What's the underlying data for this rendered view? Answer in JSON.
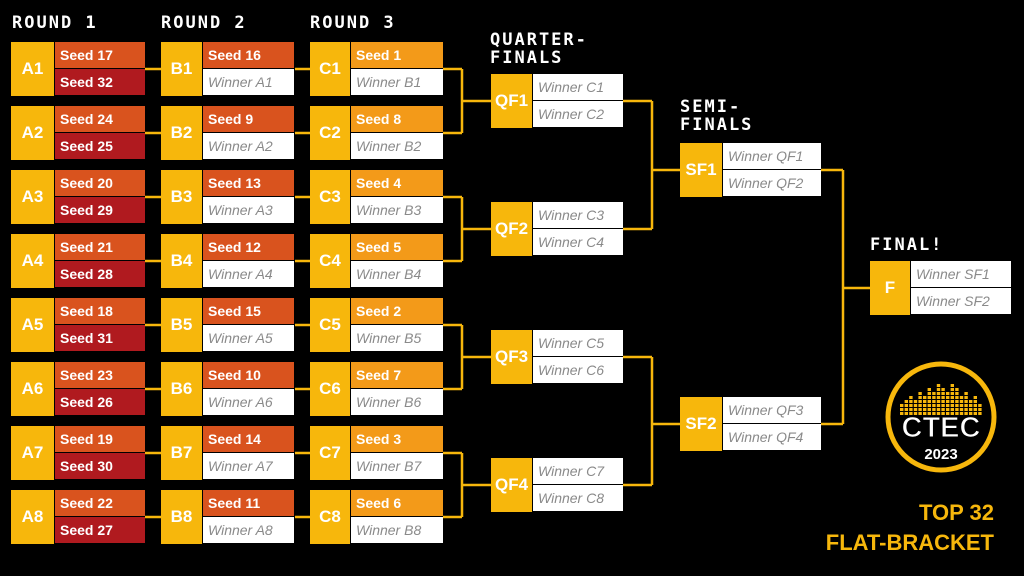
{
  "headers": {
    "round1": "ROUND 1",
    "round2": "ROUND 2",
    "round3": "ROUND 3",
    "quarterfinals": [
      "QUARTER-",
      "FINALS"
    ],
    "semifinals": [
      "SEMI-",
      "FINALS"
    ],
    "final": "FINAL!"
  },
  "round1": [
    {
      "label": "A1",
      "top": "Seed 17",
      "bottom": "Seed 32"
    },
    {
      "label": "A2",
      "top": "Seed 24",
      "bottom": "Seed 25"
    },
    {
      "label": "A3",
      "top": "Seed 20",
      "bottom": "Seed 29"
    },
    {
      "label": "A4",
      "top": "Seed 21",
      "bottom": "Seed 28"
    },
    {
      "label": "A5",
      "top": "Seed 18",
      "bottom": "Seed 31"
    },
    {
      "label": "A6",
      "top": "Seed 23",
      "bottom": "Seed 26"
    },
    {
      "label": "A7",
      "top": "Seed 19",
      "bottom": "Seed 30"
    },
    {
      "label": "A8",
      "top": "Seed 22",
      "bottom": "Seed 27"
    }
  ],
  "round2": [
    {
      "label": "B1",
      "top": "Seed 16",
      "bottom": "Winner A1"
    },
    {
      "label": "B2",
      "top": "Seed 9",
      "bottom": "Winner A2"
    },
    {
      "label": "B3",
      "top": "Seed 13",
      "bottom": "Winner A3"
    },
    {
      "label": "B4",
      "top": "Seed 12",
      "bottom": "Winner A4"
    },
    {
      "label": "B5",
      "top": "Seed 15",
      "bottom": "Winner A5"
    },
    {
      "label": "B6",
      "top": "Seed 10",
      "bottom": "Winner A6"
    },
    {
      "label": "B7",
      "top": "Seed 14",
      "bottom": "Winner A7"
    },
    {
      "label": "B8",
      "top": "Seed 11",
      "bottom": "Winner A8"
    }
  ],
  "round3": [
    {
      "label": "C1",
      "top": "Seed 1",
      "bottom": "Winner B1"
    },
    {
      "label": "C2",
      "top": "Seed 8",
      "bottom": "Winner B2"
    },
    {
      "label": "C3",
      "top": "Seed 4",
      "bottom": "Winner B3"
    },
    {
      "label": "C4",
      "top": "Seed 5",
      "bottom": "Winner B4"
    },
    {
      "label": "C5",
      "top": "Seed 2",
      "bottom": "Winner B5"
    },
    {
      "label": "C6",
      "top": "Seed 7",
      "bottom": "Winner B6"
    },
    {
      "label": "C7",
      "top": "Seed 3",
      "bottom": "Winner B7"
    },
    {
      "label": "C8",
      "top": "Seed 6",
      "bottom": "Winner B8"
    }
  ],
  "quarterfinals": [
    {
      "label": "QF1",
      "top": "Winner C1",
      "bottom": "Winner C2"
    },
    {
      "label": "QF2",
      "top": "Winner C3",
      "bottom": "Winner C4"
    },
    {
      "label": "QF3",
      "top": "Winner C5",
      "bottom": "Winner C6"
    },
    {
      "label": "QF4",
      "top": "Winner C7",
      "bottom": "Winner C8"
    }
  ],
  "semifinals": [
    {
      "label": "SF1",
      "top": "Winner QF1",
      "bottom": "Winner QF2"
    },
    {
      "label": "SF2",
      "top": "Winner QF3",
      "bottom": "Winner QF4"
    }
  ],
  "final": {
    "label": "F",
    "top": "Winner SF1",
    "bottom": "Winner SF2"
  },
  "logo": {
    "name": "CTEC",
    "year": "2023"
  },
  "tagline": [
    "TOP 32",
    "FLAT-BRACKET"
  ],
  "colors": {
    "background": "#000000",
    "gold": "#f7b70c",
    "seed_orange": "#d9531e",
    "seed_red": "#b01a1f",
    "seed_amber": "#f39a19",
    "winner_bg": "#ffffff",
    "line": "#f7b70c"
  }
}
